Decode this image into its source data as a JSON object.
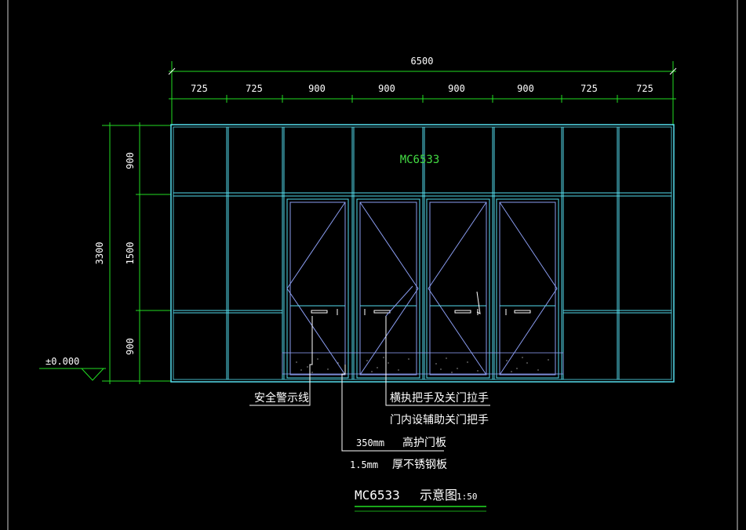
{
  "drawing": {
    "overall_width": "6500",
    "segment_widths": [
      "725",
      "725",
      "900",
      "900",
      "900",
      "900",
      "725",
      "725"
    ],
    "overall_height": "3300",
    "segment_heights": [
      "900",
      "1500",
      "900"
    ],
    "elevation": "±0.000",
    "door_tag": "MC6533",
    "notes": {
      "warning_line": "安全警示线",
      "handle_1": "横执把手及关门拉手",
      "handle_2": "门内设辅助关门把手",
      "kick_plate_height": "350mm",
      "kick_plate_label": "高护门板",
      "steel_thickness": "1.5mm",
      "steel_label": "厚不锈钢板"
    },
    "title": {
      "code": "MC6533",
      "name": "示意图",
      "scale": "1:50"
    }
  },
  "colors": {
    "background": "#000000",
    "frame_outer": "#55ddee",
    "frame_inner": "#8a9cf0",
    "dimension": "#22dd22",
    "text": "#ffffff",
    "tag": "#44dd44"
  }
}
